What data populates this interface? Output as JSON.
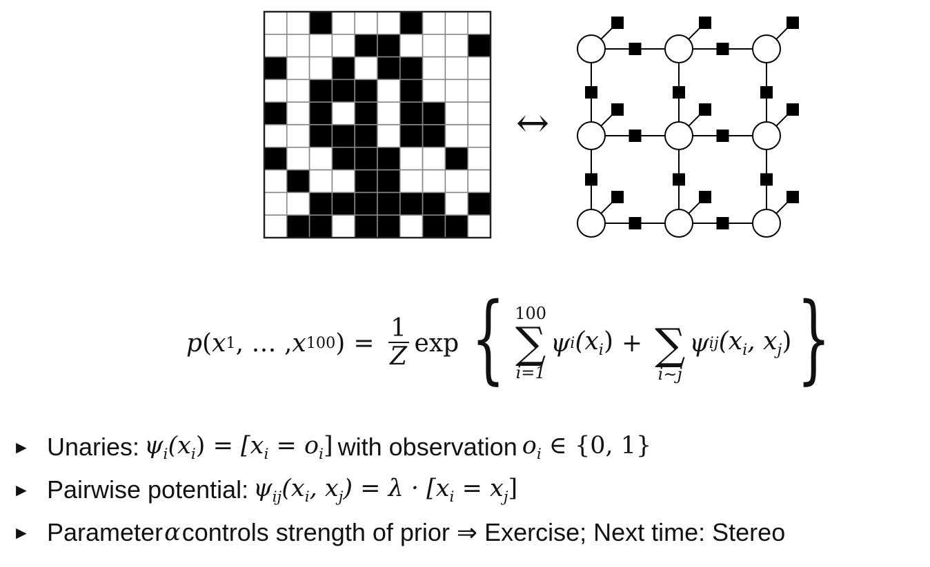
{
  "figure": {
    "grid": {
      "rows": 10,
      "cols": 10,
      "cells": [
        "0010001000",
        "0000110001",
        "1001011000",
        "0011101000",
        "1010101100",
        "0011101100",
        "1001110010",
        "0100110000",
        "0011111101",
        "0110110110"
      ],
      "fill_color": "#000000",
      "empty_color": "#ffffff",
      "line_color": "#888888"
    },
    "arrow_symbol": "↔",
    "factor_graph": {
      "rows": 3,
      "cols": 3
    }
  },
  "formula": {
    "lhs_p": "p",
    "lhs_open": "(",
    "x": "x",
    "sub_1": "1",
    "dots": ", … , ",
    "sub_100": "100",
    "lhs_close": ")",
    "equals": "=",
    "frac_num": "1",
    "frac_den": "Z",
    "exp": "exp",
    "brace_open": "{",
    "brace_close": "}",
    "sum1_upper": "100",
    "sum1_lower": "i=1",
    "sum_symbol": "∑",
    "psi": "ψ",
    "sub_i": "i",
    "term1_args": "(x",
    "term1_close": ")",
    "plus": "+",
    "sum2_lower": "i∼j",
    "sub_ij": "ij",
    "term2_args": "(x",
    "comma_x": ", x",
    "sub_j": "j",
    "term2_close": ")"
  },
  "bullets": {
    "marker": "►",
    "b1": {
      "label": "Unaries: ",
      "math_lhs": "ψ",
      "sub_i": "i",
      "math_args": "(x",
      "math_args_close": ")",
      "math_eq": " = [x",
      "math_o": " = o",
      "math_close": "]",
      "text": " with observation ",
      "obs": "o",
      "obs_set": " ∈ {0, 1}"
    },
    "b2": {
      "label": "Pairwise potential: ",
      "psi": "ψ",
      "sub_ij": "ij",
      "args": "(x",
      "comma_x": ", x",
      "sub_j": "j",
      "eq": ") = λ · [x",
      "eq2": " = x",
      "close": "]"
    },
    "b3": {
      "label": "Parameter ",
      "alpha": "α",
      "text": " controls strength of prior ⇒ Exercise; Next time: Stereo"
    }
  }
}
